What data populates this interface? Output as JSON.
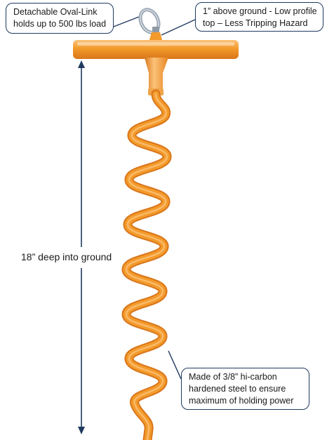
{
  "callouts": {
    "oval_link": {
      "line1": "Detachable Oval-Link",
      "line2": "holds up to 500 lbs load"
    },
    "low_profile": {
      "line1": "1” above ground - Low profile",
      "line2": "top – Less Tripping Hazard"
    },
    "steel": {
      "line1": "Made of 3/8” hi-carbon",
      "line2": "hardened steel to ensure",
      "line3": "maximum of holding power"
    }
  },
  "depth_label": "18” deep into ground",
  "colors": {
    "stake_orange": "#f39a2b",
    "stake_highlight": "#fbc27a",
    "stake_shadow": "#d9761a",
    "callout_border": "#1f3a5f",
    "arrow_navy": "#1f3a5f",
    "link_silver": "#9aa7b4"
  }
}
